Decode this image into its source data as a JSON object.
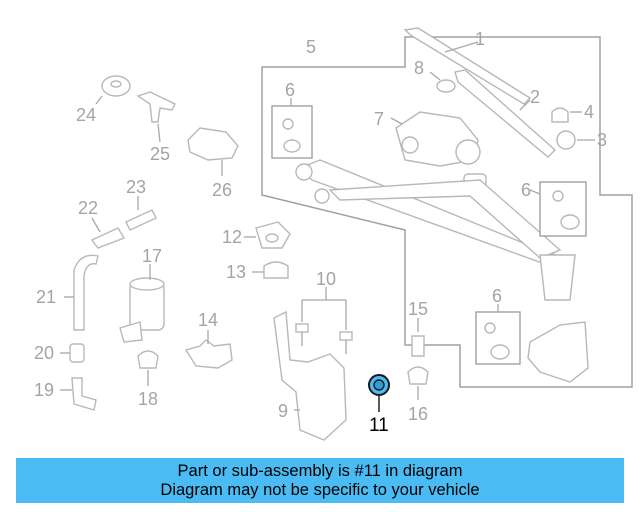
{
  "diagram": {
    "highlight_color": "#4bbcf3",
    "callouts": [
      {
        "id": "n1",
        "label": "1"
      },
      {
        "id": "n2",
        "label": "2"
      },
      {
        "id": "n3",
        "label": "3"
      },
      {
        "id": "n4",
        "label": "4"
      },
      {
        "id": "n5",
        "label": "5"
      },
      {
        "id": "n6a",
        "label": "6"
      },
      {
        "id": "n6b",
        "label": "6"
      },
      {
        "id": "n6c",
        "label": "6"
      },
      {
        "id": "n7",
        "label": "7"
      },
      {
        "id": "n8",
        "label": "8"
      },
      {
        "id": "n9",
        "label": "9"
      },
      {
        "id": "n10",
        "label": "10"
      },
      {
        "id": "n11",
        "label": "11"
      },
      {
        "id": "n12",
        "label": "12"
      },
      {
        "id": "n13",
        "label": "13"
      },
      {
        "id": "n14",
        "label": "14"
      },
      {
        "id": "n15",
        "label": "15"
      },
      {
        "id": "n16",
        "label": "16"
      },
      {
        "id": "n17",
        "label": "17"
      },
      {
        "id": "n18",
        "label": "18"
      },
      {
        "id": "n19",
        "label": "19"
      },
      {
        "id": "n20",
        "label": "20"
      },
      {
        "id": "n21",
        "label": "21"
      },
      {
        "id": "n22",
        "label": "22"
      },
      {
        "id": "n23",
        "label": "23"
      },
      {
        "id": "n24",
        "label": "24"
      },
      {
        "id": "n25",
        "label": "25"
      },
      {
        "id": "n26",
        "label": "26"
      }
    ]
  },
  "banner": {
    "line1": "Part or sub-assembly is #11 in diagram",
    "line2": "Diagram may not be specific to your vehicle",
    "color": "#4bbcf3"
  }
}
